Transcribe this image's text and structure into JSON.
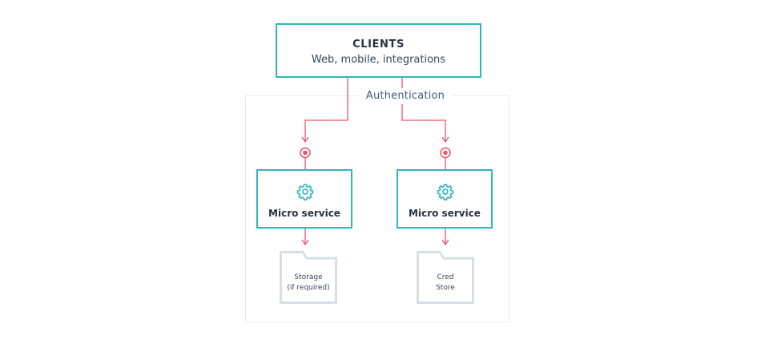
{
  "clients": {
    "title": "CLIENTS",
    "subtitle": "Web, mobile, integrations"
  },
  "auth_zone": {
    "label": "Authentication"
  },
  "services": [
    {
      "label": "Micro service",
      "icon": "gear-icon"
    },
    {
      "label": "Micro service",
      "icon": "gear-icon"
    }
  ],
  "stores": [
    {
      "line1": "Storage",
      "line2": "(if required)",
      "icon": "folder-icon"
    },
    {
      "line1": "Cred",
      "line2": "Store",
      "icon": "folder-icon"
    }
  ],
  "colors": {
    "box_border": "#2fb5c0",
    "connector": "#e8566b",
    "folder_border": "#d6e0e4",
    "zone_border": "#e6ecf0"
  }
}
